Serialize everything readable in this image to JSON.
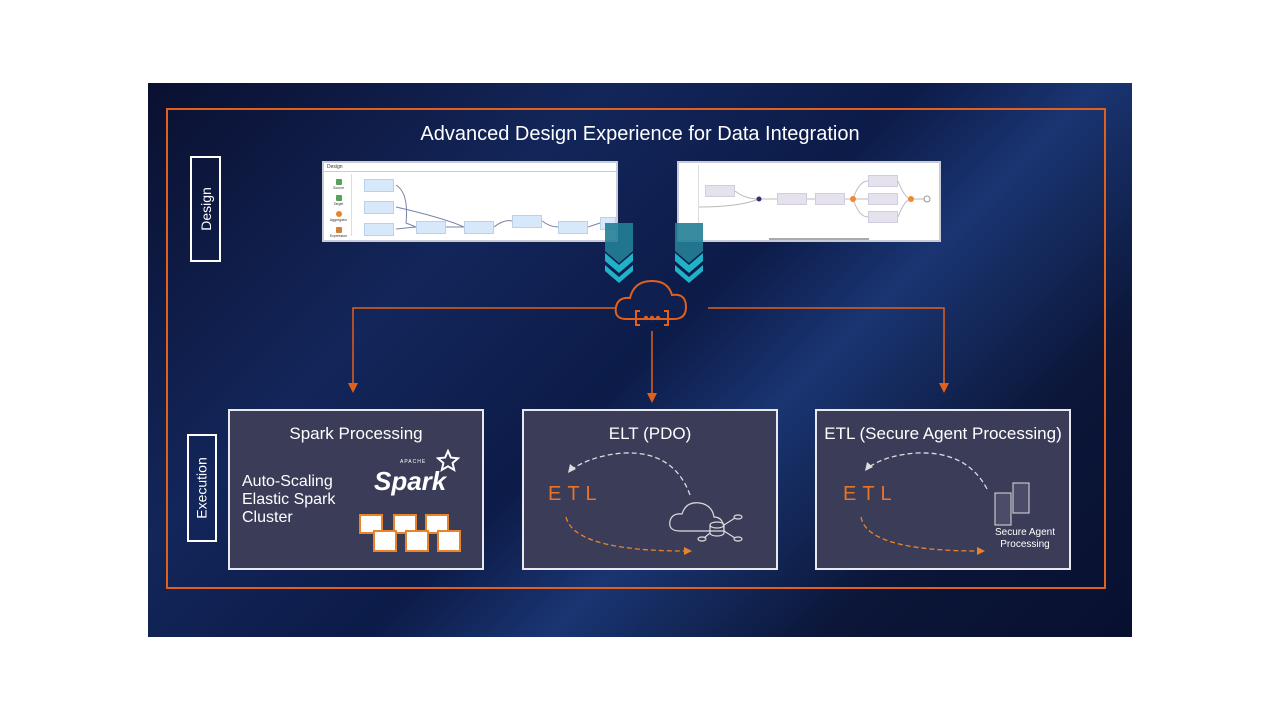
{
  "title": "Advanced Design Experience for Data Integration",
  "labels": {
    "design": "Design",
    "execution": "Execution"
  },
  "screenshot1": {
    "header": "Design",
    "palette": [
      "Source",
      "Target",
      "Aggregator",
      "Expression"
    ]
  },
  "boxes": {
    "spark": {
      "title": "Spark Processing",
      "desc": [
        "Auto-Scaling",
        "Elastic Spark",
        "Cluster"
      ],
      "logo_small": "APACHE",
      "logo": "Spark"
    },
    "elt": {
      "title": "ELT (PDO)",
      "etl": "ETL"
    },
    "etl": {
      "title": "ETL (Secure Agent Processing)",
      "etl": "ETL",
      "agent": [
        "Secure Agent",
        "Processing"
      ]
    }
  },
  "colors": {
    "accent": "#e0601c",
    "box": "#3a3c58",
    "chevron": "#2aa7b8"
  }
}
